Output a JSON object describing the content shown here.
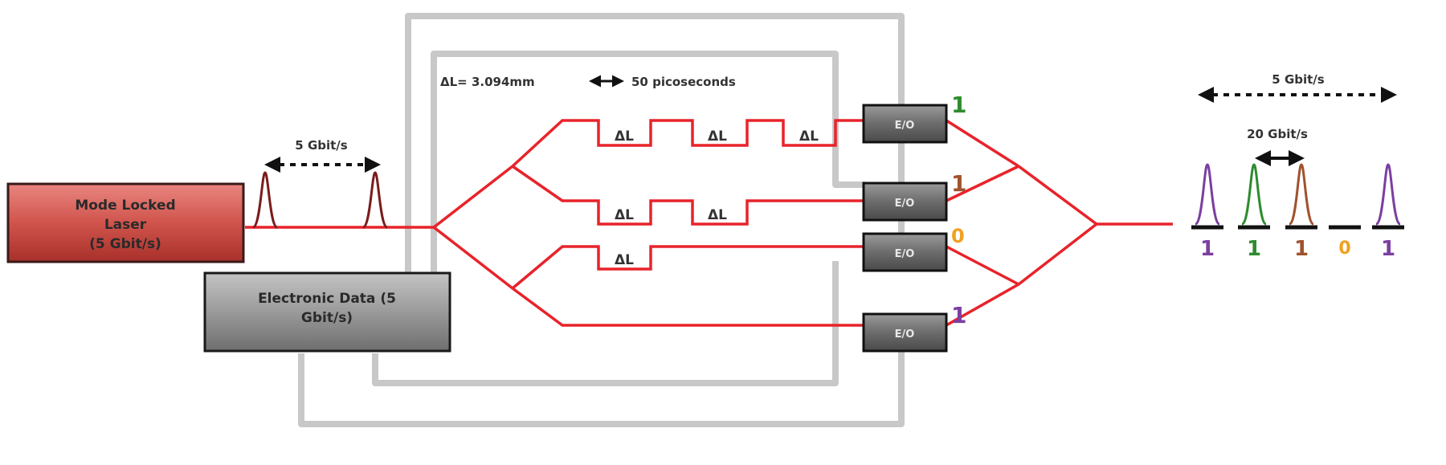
{
  "laser": {
    "line1": "Mode Locked",
    "line2": "Laser",
    "line3": "(5 Gbit/s)"
  },
  "electronic": {
    "line1": "Electronic Data (5",
    "line2": "Gbit/s)"
  },
  "input_rate": "5 Gbit/s",
  "delta_note": {
    "left": "ΔL= 3.094mm",
    "right": "50 picoseconds"
  },
  "delta_label": "ΔL",
  "modulator_label": "E/O",
  "modulator_bits": [
    "1",
    "1",
    "0",
    "1"
  ],
  "output_rate_outer": "5 Gbit/s",
  "output_rate_inner": "20 Gbit/s",
  "output_bits": [
    "1",
    "1",
    "1",
    "0",
    "1"
  ],
  "colors": {
    "waveguide": "#e8232a",
    "grey_wire": "#c8c8c8",
    "laser_fill": "#c9524c",
    "pulse_input": "#7a1c1c",
    "bit_purple": "#7b3fa0",
    "bit_green": "#2e8b2e",
    "bit_brown": "#a0522d",
    "bit_orange": "#f0a020"
  }
}
